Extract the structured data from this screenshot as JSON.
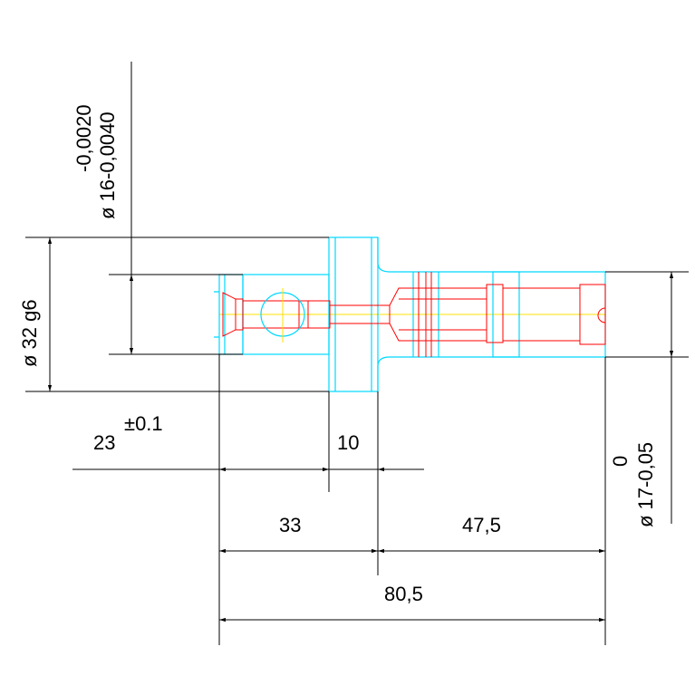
{
  "colors": {
    "dimension": "#000000",
    "outline": "#00d8ff",
    "detail": "#ff0000",
    "centerline": "#ffe000",
    "background": "#ffffff"
  },
  "dimensions": {
    "dia16_tol": "-0,0020",
    "dia16_nom": "ø 16-0,0040",
    "dia32": "ø 32 g6",
    "len23": "23",
    "len23_tol": "±0.1",
    "len10": "10",
    "len33": "33",
    "len47": "47,5",
    "len80": "80,5",
    "dia17_tol": "0",
    "dia17_nom": "ø 17-0,05"
  }
}
